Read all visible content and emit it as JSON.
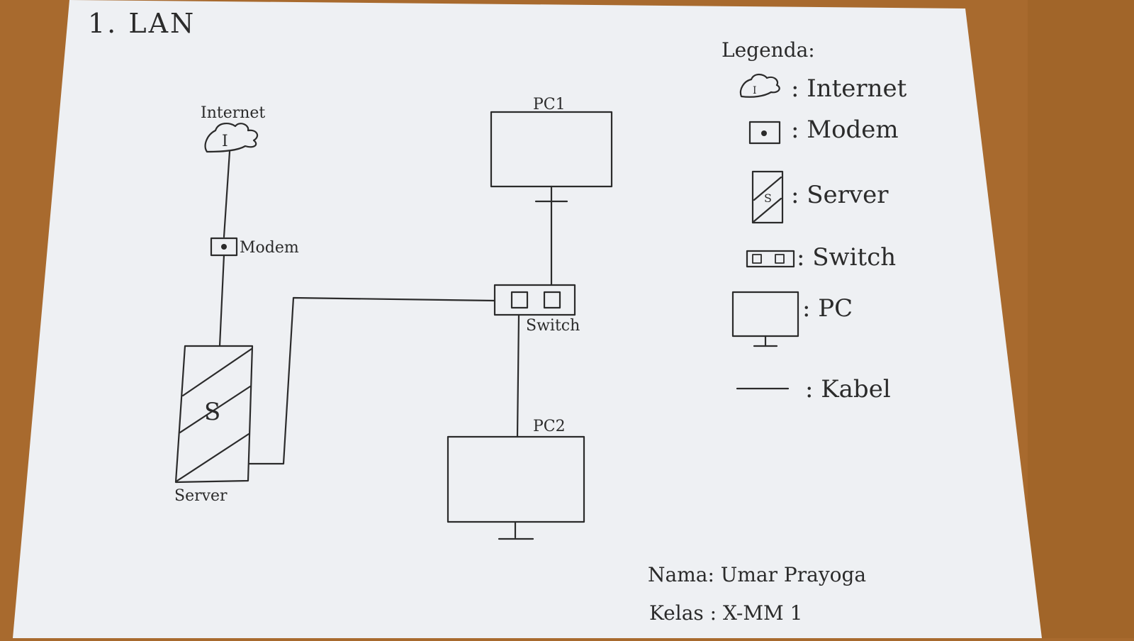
{
  "page_title": "1. LAN",
  "diagram": {
    "internet_label": "Internet",
    "internet_glyph": "I",
    "modem_label": "Modem",
    "server_label": "Server",
    "server_glyph": "S",
    "switch_label": "Switch",
    "pc1_label": "PC1",
    "pc2_label": "PC2"
  },
  "legend": {
    "title": "Legenda:",
    "items": [
      {
        "icon": "internet-cloud-icon",
        "label": ": Internet"
      },
      {
        "icon": "modem-icon",
        "label": ": Modem"
      },
      {
        "icon": "server-icon",
        "label": ": Server"
      },
      {
        "icon": "switch-icon",
        "label": ": Switch"
      },
      {
        "icon": "pc-monitor-icon",
        "label": ": PC"
      },
      {
        "icon": "cable-line-icon",
        "label": ": Kabel"
      }
    ]
  },
  "footer": {
    "name_line": "Nama: Umar Prayoga",
    "class_line": "Kelas : X-MM 1"
  },
  "colors": {
    "paper": "#eef0f3",
    "ink": "#2b2b2b",
    "table": "#a86a2e"
  }
}
